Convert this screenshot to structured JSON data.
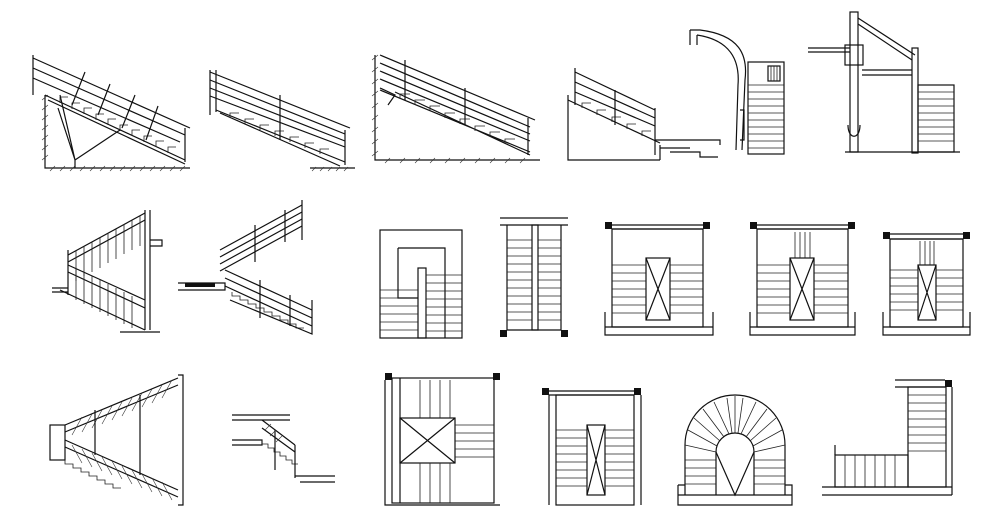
{
  "drawing": {
    "stroke_color": "#111111",
    "background": "#ffffff"
  },
  "elements": [
    {
      "id": "straight-stair-elevation-1",
      "kind": "elevation"
    },
    {
      "id": "straight-stair-elevation-2",
      "kind": "elevation"
    },
    {
      "id": "straight-stair-elevation-3",
      "kind": "elevation"
    },
    {
      "id": "straight-stair-elevation-4",
      "kind": "elevation"
    },
    {
      "id": "curved-stair-elevation",
      "kind": "elevation"
    },
    {
      "id": "newel-stair-elevation",
      "kind": "elevation"
    },
    {
      "id": "switchback-stair-elevation-1",
      "kind": "elevation"
    },
    {
      "id": "switchback-stair-elevation-2",
      "kind": "elevation"
    },
    {
      "id": "stair-plan-1",
      "kind": "plan"
    },
    {
      "id": "stair-plan-2",
      "kind": "plan"
    },
    {
      "id": "stair-plan-3",
      "kind": "plan"
    },
    {
      "id": "stair-plan-4",
      "kind": "plan"
    },
    {
      "id": "stair-plan-5",
      "kind": "plan"
    },
    {
      "id": "switchback-stair-elevation-3",
      "kind": "elevation"
    },
    {
      "id": "small-stair-elevation",
      "kind": "elevation"
    },
    {
      "id": "stair-plan-6",
      "kind": "plan"
    },
    {
      "id": "stair-plan-7",
      "kind": "plan"
    },
    {
      "id": "semicircular-stair-plan",
      "kind": "plan"
    },
    {
      "id": "l-shaped-stair-plan",
      "kind": "plan"
    }
  ]
}
